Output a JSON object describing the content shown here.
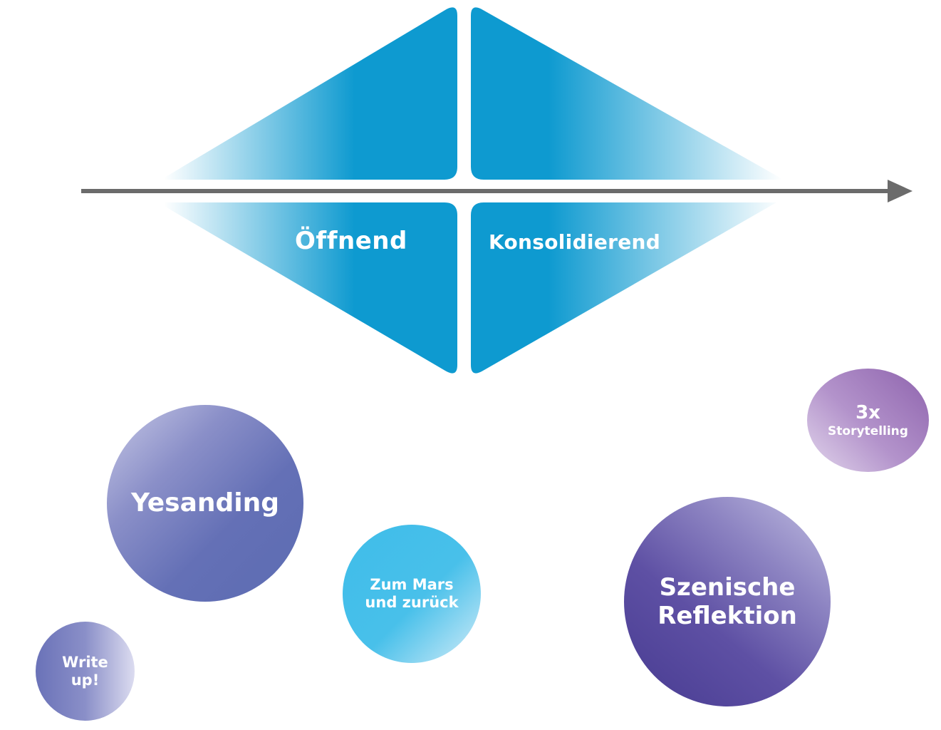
{
  "diagram": {
    "phases": [
      {
        "label": "Öffnend"
      },
      {
        "label": "Konsolidierend"
      }
    ]
  },
  "bubbles": {
    "yesanding": {
      "lines": [
        "Yesanding"
      ]
    },
    "write_up": {
      "lines": [
        "Write",
        "up!"
      ]
    },
    "zum_mars": {
      "lines": [
        "Zum Mars",
        "und zurück"
      ]
    },
    "szenische": {
      "lines": [
        "Szenische",
        "Reflektion"
      ]
    },
    "storytelling": {
      "lines": [
        "3x",
        "Storytelling"
      ]
    }
  },
  "colors": {
    "diamond": "#0e9ad0",
    "arrow": "#6b6b6b",
    "yesanding": "#5c6cb2",
    "zum_mars": "#3fbde9",
    "szenische": "#473b91",
    "storytelling": "#8e63ad"
  }
}
